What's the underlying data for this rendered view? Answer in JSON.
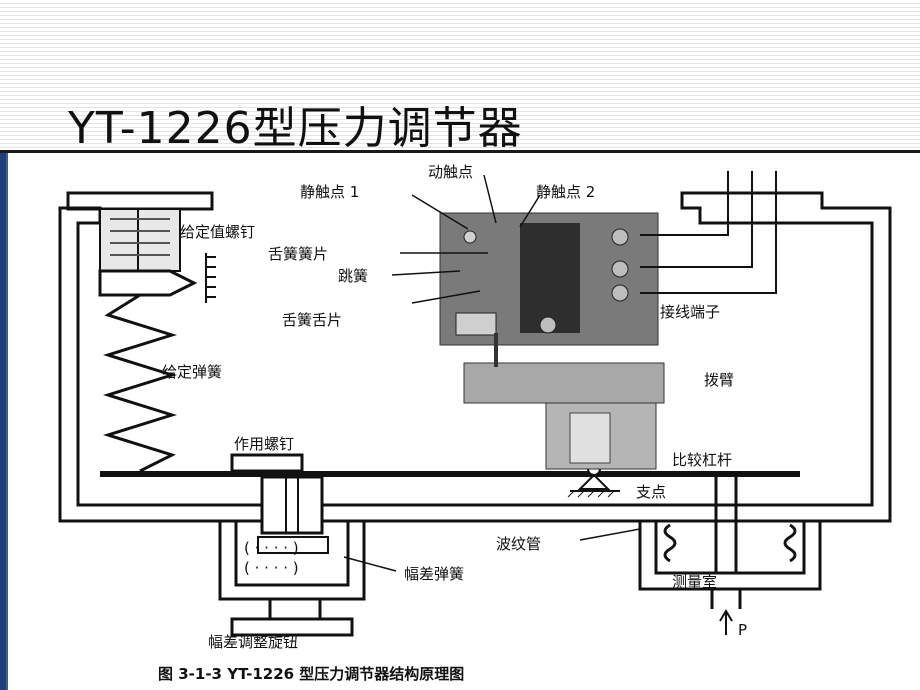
{
  "title": "YT-1226型压力调节器",
  "labels": {
    "moving_contact": "动触点",
    "static_contact_1": "静触点 1",
    "static_contact_2": "静触点 2",
    "setpoint_screw": "给定值螺钉",
    "reed_spring_blade": "舌簧簧片",
    "jump_spring": "跳簧",
    "reed_tongue": "舌簧舌片",
    "terminal": "接线端子",
    "dial_arm": "拨臂",
    "setpoint_spring": "给定弹簧",
    "action_screw": "作用螺钉",
    "compare_lever": "比较杠杆",
    "fulcrum": "支点",
    "bellows": "波纹管",
    "diff_spring": "幅差弹簧",
    "measuring_chamber": "测量室",
    "pressure": "P",
    "diff_knob": "幅差调整旋钮"
  },
  "caption": "图 3-1-3 YT-1226 型压力调节器结构原理图"
}
